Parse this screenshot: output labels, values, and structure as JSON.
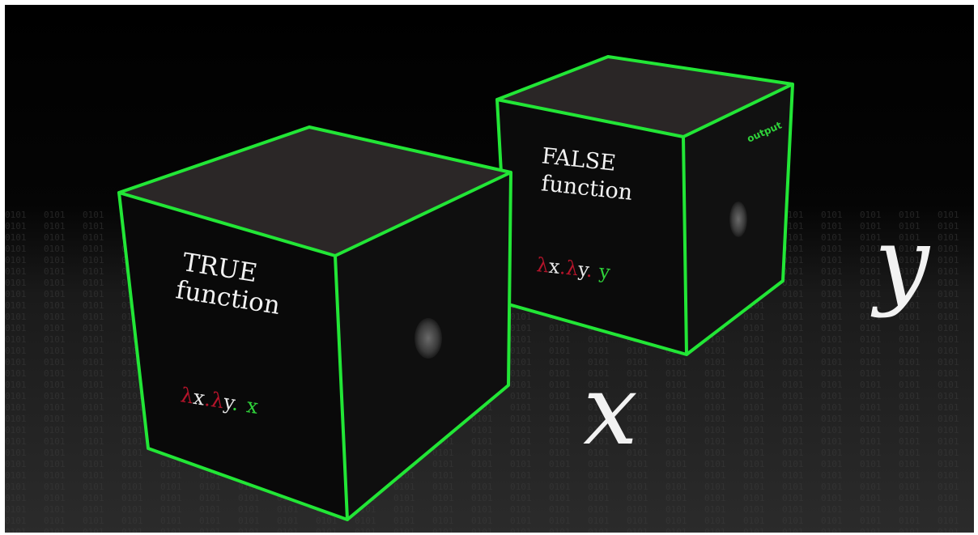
{
  "scene": {
    "colors": {
      "background_top": "#000000",
      "background_bottom": "#2a2a2a",
      "cube_edge": "#22e636",
      "cube_face": "#1c1c1c",
      "lambda_red": "#b3142a",
      "var_green": "#2fd13a",
      "text_white": "#f2f2f2"
    },
    "true_cube": {
      "title_line1": "TRUE",
      "title_line2": "function",
      "expr": {
        "lambda1": "λ",
        "var1": "x",
        "dot1": ".",
        "lambda2": "λ",
        "var2": "y",
        "dot2": ".",
        "result": "x"
      }
    },
    "false_cube": {
      "title_line1": "FALSE",
      "title_line2": "function",
      "side_label": "output",
      "expr": {
        "lambda1": "λ",
        "var1": "x",
        "dot1": ".",
        "lambda2": "λ",
        "var2": "y",
        "dot2": ".",
        "result": "y"
      }
    },
    "free_vars": {
      "x": "x",
      "y": "y"
    }
  }
}
